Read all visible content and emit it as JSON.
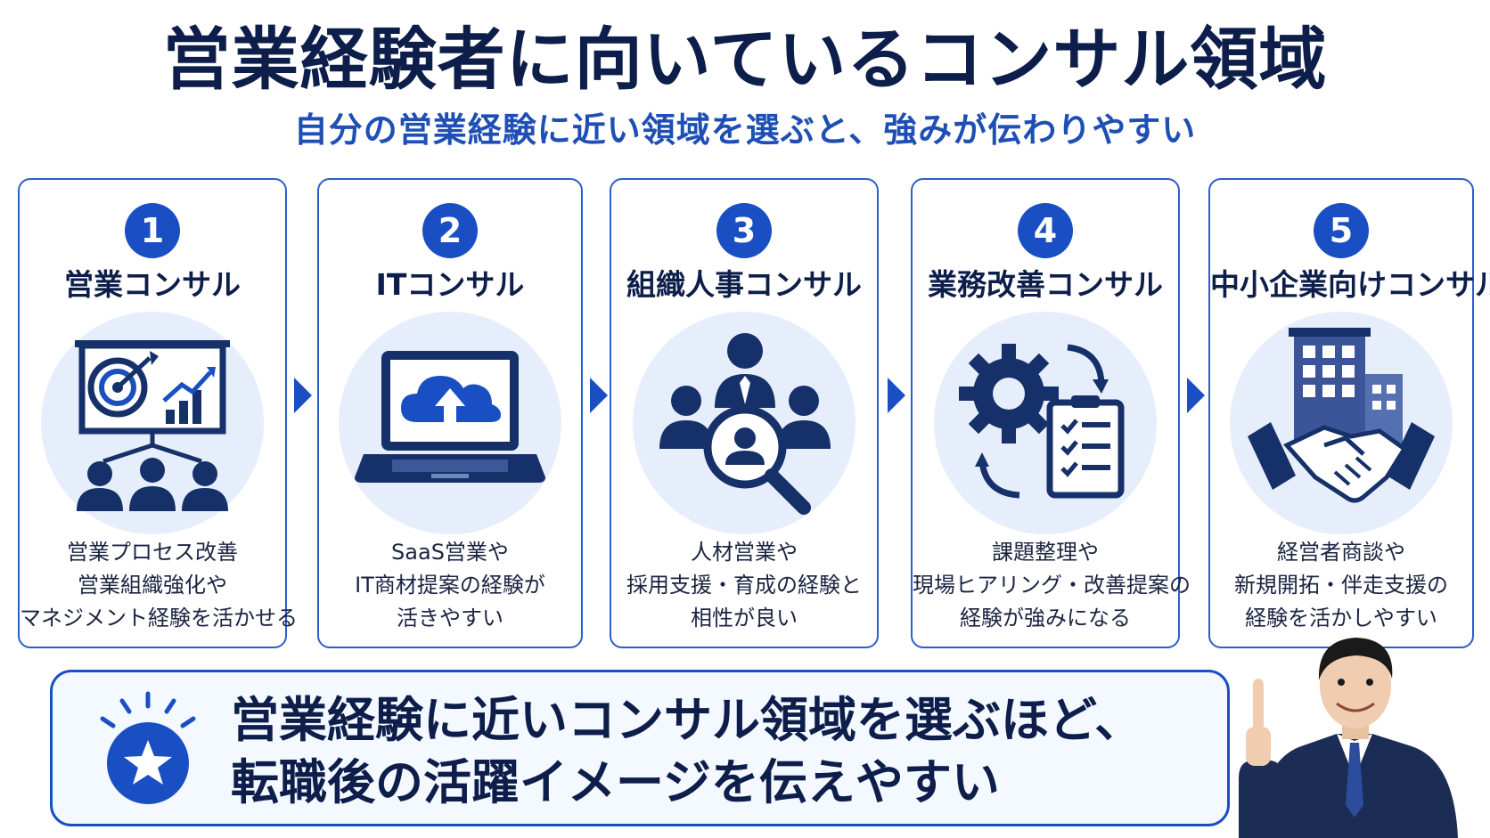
{
  "title": "営業経験者に向いているコンサル領域",
  "subtitle": "自分の営業経験に近い領域を選ぶと、強みが伝わりやすい",
  "cards": [
    {
      "number": "1",
      "name": "営業コンサル",
      "icon": "presentation-target-team-icon",
      "desc": [
        "営業プロセス改善",
        "営業組織強化や",
        "マネジメント経験を活かせる"
      ]
    },
    {
      "number": "2",
      "name": "ITコンサル",
      "icon": "laptop-cloud-upload-icon",
      "desc": [
        "SaaS営業や",
        "IT商材提案の経験が",
        "活きやすい"
      ]
    },
    {
      "number": "3",
      "name": "組織人事コンサル",
      "icon": "people-magnifier-icon",
      "desc": [
        "人材営業や",
        "採用支援・育成の経験と",
        "相性が良い"
      ]
    },
    {
      "number": "4",
      "name": "業務改善コンサル",
      "icon": "gear-checklist-icon",
      "desc": [
        "課題整理や",
        "現場ヒアリング・改善提案の",
        "経験が強みになる"
      ]
    },
    {
      "number": "5",
      "name": "中小企業向けコンサル",
      "icon": "building-handshake-icon",
      "desc": [
        "経営者商談や",
        "新規開拓・伴走支援の",
        "経験を活かしやすい"
      ]
    }
  ],
  "banner": {
    "icon": "star-badge-icon",
    "line1": "営業経験に近いコンサル領域を選ぶほど、",
    "line2": "転職後の活躍イメージを伝えやすい"
  },
  "colors": {
    "navy": "#0d1e4a",
    "accent": "#1a4fc4",
    "light": "#e6eefb",
    "iconDark": "#16306a"
  }
}
